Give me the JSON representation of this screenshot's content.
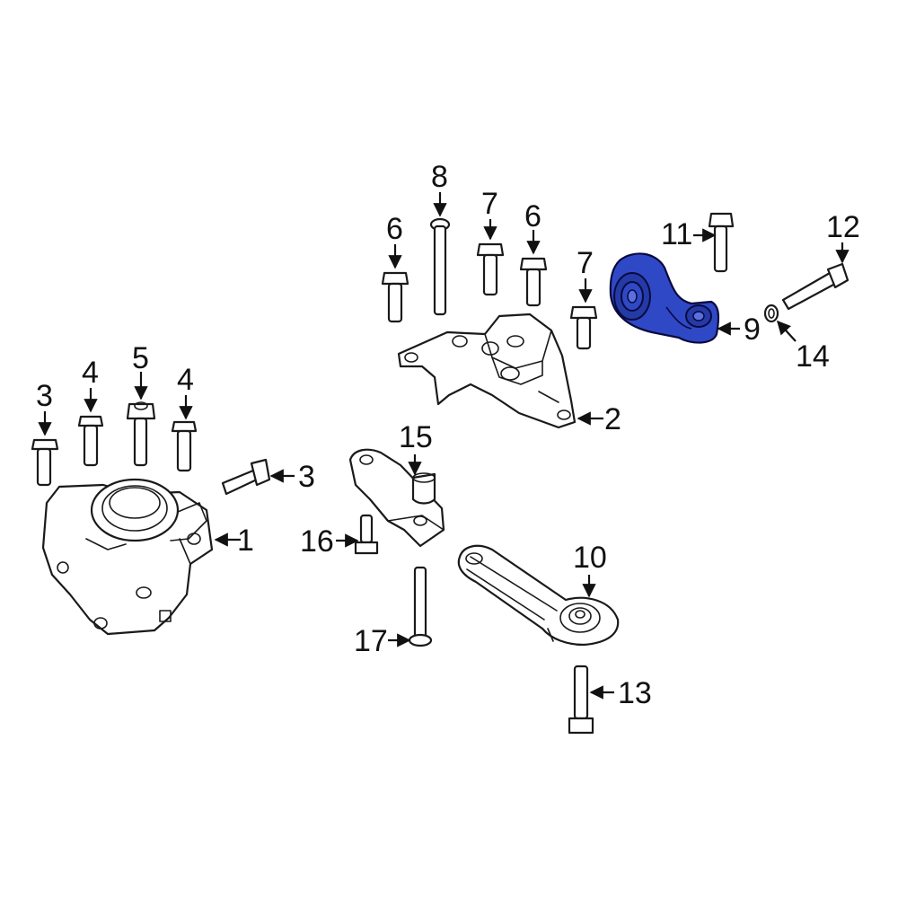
{
  "highlight_color": "#2f49c6",
  "callouts": [
    "1",
    "2",
    "3",
    "3",
    "4",
    "4",
    "5",
    "6",
    "6",
    "7",
    "7",
    "8",
    "9",
    "10",
    "11",
    "12",
    "13",
    "14",
    "15",
    "16",
    "17"
  ]
}
